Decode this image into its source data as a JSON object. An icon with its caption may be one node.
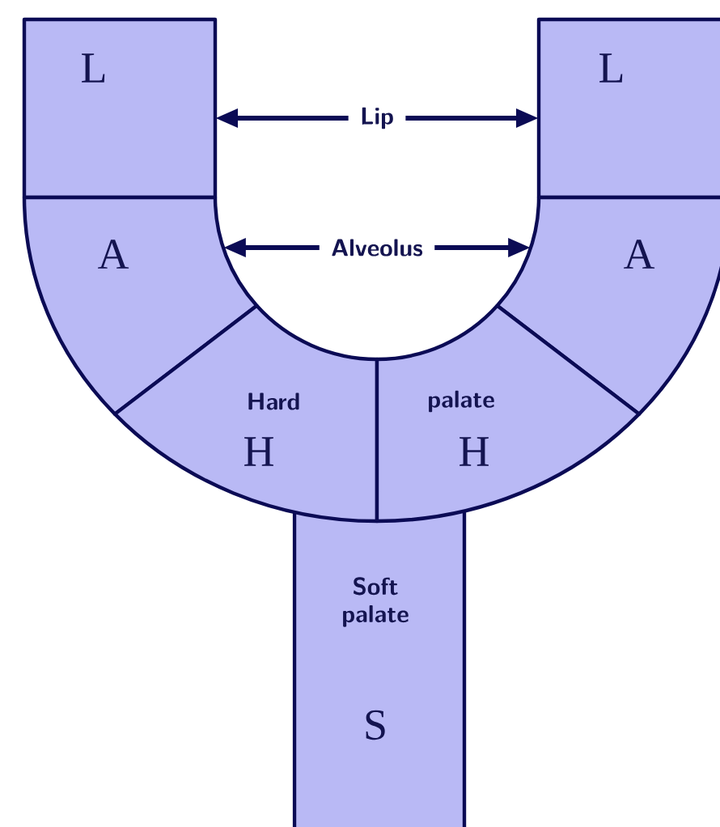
{
  "diagram": {
    "nodes": [
      {
        "text": [
          "L"
        ]
      },
      {
        "text": [
          "Lip"
        ]
      },
      {
        "text": [
          "L"
        ]
      },
      {
        "text": [
          "A"
        ]
      },
      {
        "text": [
          "Alveolus"
        ]
      },
      {
        "text": [
          "A"
        ]
      },
      {
        "text": [
          "Hard",
          "H"
        ]
      },
      {
        "text": [
          "palate",
          "H"
        ]
      },
      {
        "text": [
          "Soft palate",
          "S"
        ]
      }
    ],
    "edges": [
      {
        "from": 1,
        "to": 0,
        "arrow": "to"
      },
      {
        "from": 1,
        "to": 2,
        "arrow": "to"
      },
      {
        "from": 4,
        "to": 3,
        "arrow": "to"
      },
      {
        "from": 4,
        "to": 5,
        "arrow": "to"
      }
    ]
  }
}
